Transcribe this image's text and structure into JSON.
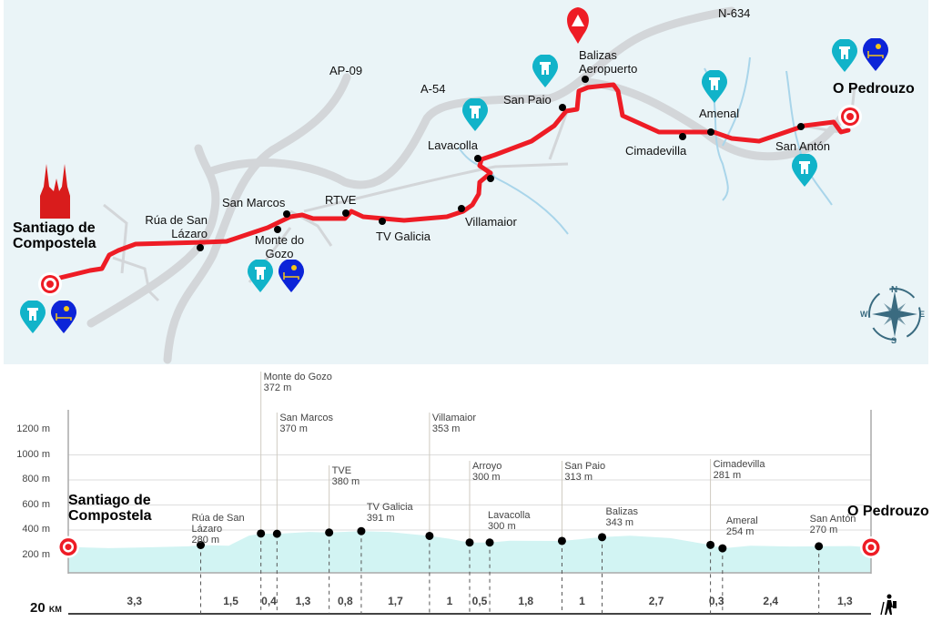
{
  "map": {
    "start": "Santiago de Compostela",
    "end": "O Pedrouzo",
    "roads": [
      "AP-09",
      "A-54",
      "N-634"
    ],
    "places": [
      "Rúa de San Lázaro",
      "San Marcos",
      "Monte do Gozo",
      "RTVE",
      "TV Galicia",
      "Villamaior",
      "Lavacolla",
      "San Paio",
      "Balizas Aeropuerto",
      "Cimadevilla",
      "Amenal",
      "San Antón"
    ],
    "compass": [
      "N",
      "E",
      "S",
      "W"
    ],
    "colors": {
      "route": "#ee1c25",
      "background": "#eaf4f7",
      "road": "#d3d6d9",
      "river": "#a9d5ea",
      "albergue_pin": "#11b3c9",
      "lodging_pin": "#0c24d8",
      "warning_pin": "#ee1c25"
    }
  },
  "chart_data": {
    "type": "area",
    "title": "",
    "xlabel": "km",
    "ylabel": "m",
    "yticks": [
      "1200 m",
      "1000 m",
      "800 m",
      "600 m",
      "400 m",
      "200 m"
    ],
    "ylim": [
      0,
      1300
    ],
    "total_km_label": "20",
    "km_unit": "KM",
    "start_label": "Santiago de Compostela",
    "end_label": "O Pedrouzo",
    "points": [
      {
        "name": "Rúa de San Lázaro",
        "elev_label": "280 m",
        "km": 3.3,
        "elev": 280
      },
      {
        "name": "Monte do Gozo",
        "elev_label": "372 m",
        "km": 4.8,
        "elev": 372
      },
      {
        "name": "San Marcos",
        "elev_label": "370 m",
        "km": 5.2,
        "elev": 370
      },
      {
        "name": "TVE",
        "elev_label": "380 m",
        "km": 6.5,
        "elev": 380
      },
      {
        "name": "TV Galicia",
        "elev_label": "391 m",
        "km": 7.3,
        "elev": 391
      },
      {
        "name": "Villamaior",
        "elev_label": "353 m",
        "km": 9.0,
        "elev": 353
      },
      {
        "name": "Arroyo",
        "elev_label": "300 m",
        "km": 10.0,
        "elev": 300
      },
      {
        "name": "Lavacolla",
        "elev_label": "300 m",
        "km": 10.5,
        "elev": 300
      },
      {
        "name": "San Paio",
        "elev_label": "313 m",
        "km": 12.3,
        "elev": 313
      },
      {
        "name": "Balizas",
        "elev_label": "343 m",
        "km": 13.3,
        "elev": 343
      },
      {
        "name": "Cimadevilla",
        "elev_label": "281 m",
        "km": 16.0,
        "elev": 281
      },
      {
        "name": "Ameral",
        "elev_label": "254 m",
        "km": 16.3,
        "elev": 254
      },
      {
        "name": "San Antón",
        "elev_label": "270 m",
        "km": 18.7,
        "elev": 270
      }
    ],
    "segments": [
      "3,3",
      "1,5",
      "0,4",
      "1,3",
      "0,8",
      "1,7",
      "1",
      "0,5",
      "1,8",
      "1",
      "2,7",
      "0,3",
      "2,4",
      "1,3"
    ],
    "profile": [
      [
        0,
        265
      ],
      [
        1,
        255
      ],
      [
        2,
        262
      ],
      [
        3,
        270
      ],
      [
        3.3,
        280
      ],
      [
        4,
        275
      ],
      [
        4.5,
        355
      ],
      [
        4.8,
        372
      ],
      [
        5.2,
        370
      ],
      [
        6,
        385
      ],
      [
        6.5,
        380
      ],
      [
        7.3,
        391
      ],
      [
        8,
        385
      ],
      [
        9,
        353
      ],
      [
        9.5,
        330
      ],
      [
        10,
        300
      ],
      [
        10.5,
        300
      ],
      [
        11,
        315
      ],
      [
        12.3,
        313
      ],
      [
        13.3,
        343
      ],
      [
        14,
        355
      ],
      [
        15,
        335
      ],
      [
        16,
        281
      ],
      [
        16.3,
        254
      ],
      [
        17,
        275
      ],
      [
        18,
        268
      ],
      [
        18.7,
        270
      ],
      [
        19.5,
        272
      ],
      [
        20,
        262
      ]
    ]
  }
}
